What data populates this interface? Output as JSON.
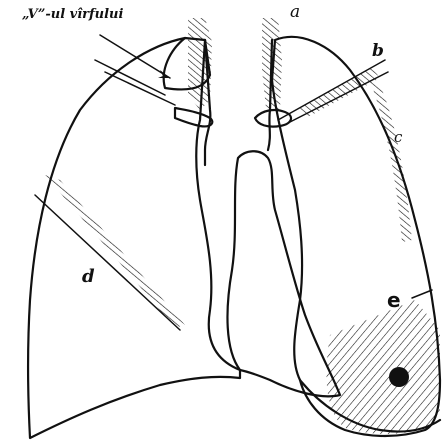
{
  "labels": {
    "apex_v": "„V”-ul vîrfului",
    "a": "a",
    "b": "b",
    "c": "c",
    "d": "d",
    "e": "e"
  },
  "colors": {
    "ink": "#111111",
    "background": "#ffffff"
  }
}
